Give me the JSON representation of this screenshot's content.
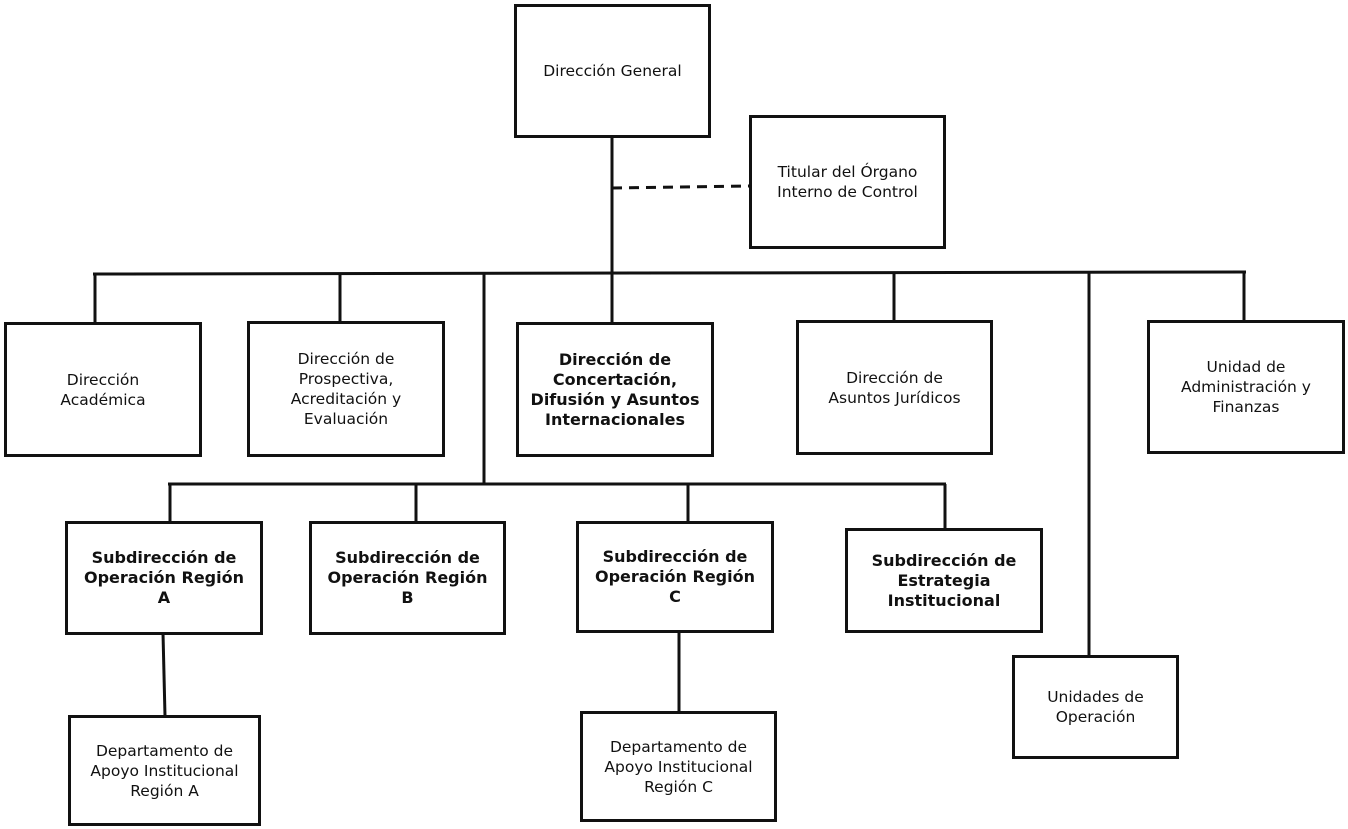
{
  "theme": {
    "line_color": "#111111"
  },
  "nodes": {
    "dg": {
      "label": "Dirección General"
    },
    "oic": {
      "label": "Titular del Órgano\nInterno de Control"
    },
    "da": {
      "label": "Dirección\nAcadémica"
    },
    "dp": {
      "label": "Dirección de\nProspectiva,\nAcreditación y\nEvaluación"
    },
    "dc": {
      "label": "Dirección de\nConcertación,\nDifusión y Asuntos\nInternacionales"
    },
    "daj": {
      "label": "Dirección de\nAsuntos Jurídicos"
    },
    "uaf": {
      "label": "Unidad de\nAdministración y\nFinanzas"
    },
    "sra": {
      "label": "Subdirección de\nOperación Región A"
    },
    "srb": {
      "label": "Subdirección de\nOperación Región B"
    },
    "src": {
      "label": "Subdirección de\nOperación Región C"
    },
    "sei": {
      "label": "Subdirección de\nEstrategia\nInstitucional"
    },
    "uo": {
      "label": "Unidades de\nOperación"
    },
    "dpa": {
      "label": "Departamento de\nApoyo Institucional\nRegión A"
    },
    "dpc": {
      "label": "Departamento de\nApoyo Institucional\nRegión C"
    }
  }
}
